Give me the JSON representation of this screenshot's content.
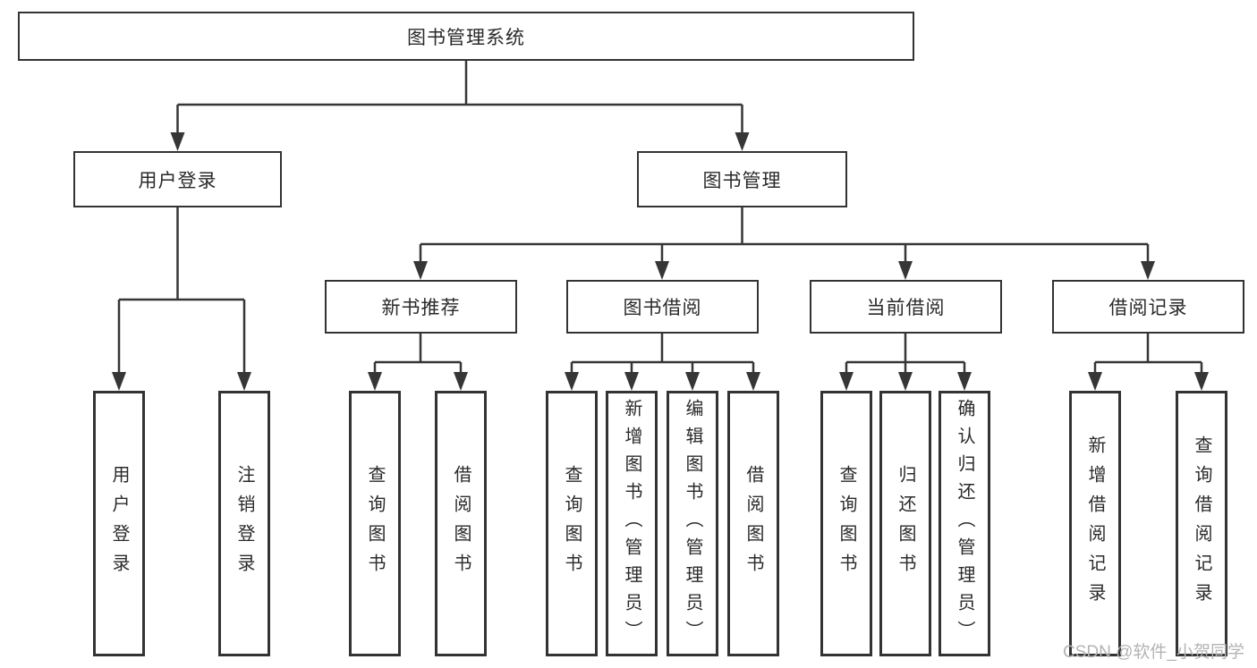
{
  "diagram": {
    "root": {
      "label": "图书管理系统"
    },
    "branches": [
      {
        "label": "用户登录",
        "children": [
          {
            "label": "用户登录"
          },
          {
            "label": "注销登录"
          }
        ]
      },
      {
        "label": "图书管理",
        "children": [
          {
            "label": "新书推荐",
            "children": [
              {
                "label": "查询图书"
              },
              {
                "label": "借阅图书"
              }
            ]
          },
          {
            "label": "图书借阅",
            "children": [
              {
                "label": "查询图书"
              },
              {
                "label": "新增图书（管理员）"
              },
              {
                "label": "编辑图书（管理员）"
              },
              {
                "label": "借阅图书"
              }
            ]
          },
          {
            "label": "当前借阅",
            "children": [
              {
                "label": "查询图书"
              },
              {
                "label": "归还图书"
              },
              {
                "label": "确认归还（管理员）"
              }
            ]
          },
          {
            "label": "借阅记录",
            "children": [
              {
                "label": "新增借阅记录"
              },
              {
                "label": "查询借阅记录"
              }
            ]
          }
        ]
      }
    ]
  },
  "watermark": {
    "text": "CSDN @软件_小贺同学"
  },
  "colors": {
    "line": "#363636",
    "box_border": "#333333",
    "box_background": "#ffffff",
    "text": "#2a2a2a",
    "watermark": "#b4b4b4"
  }
}
